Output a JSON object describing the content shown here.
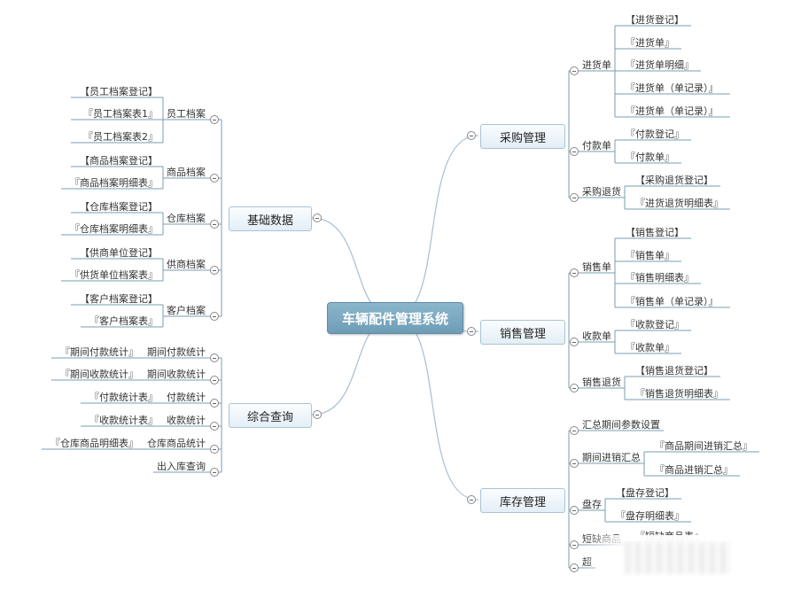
{
  "center": "车辆配件管理系统",
  "branches": {
    "purchase": {
      "title": "采购管理",
      "groups": [
        {
          "label": "进货单",
          "items": [
            "【进货登记】",
            "『进货单』",
            "『进货单明细』",
            "『进货单（单记录）』",
            "『进货单（单记录）』"
          ]
        },
        {
          "label": "付款单",
          "items": [
            "『付款登记』",
            "『付款单』"
          ]
        },
        {
          "label": "采购退货",
          "items": [
            "【采购退货登记】",
            "『进货退货明细表』"
          ]
        }
      ]
    },
    "sales": {
      "title": "销售管理",
      "groups": [
        {
          "label": "销售单",
          "items": [
            "【销售登记】",
            "『销售单』",
            "『销售明细表』",
            "『销售单（单记录）』"
          ]
        },
        {
          "label": "收款单",
          "items": [
            "『收款登记』",
            "『收款单』"
          ]
        },
        {
          "label": "销售退货",
          "items": [
            "【销售退货登记】",
            "『销售退货明细表』"
          ]
        }
      ]
    },
    "inventory": {
      "title": "库存管理",
      "groups": [
        {
          "label": "汇总期间参数设置",
          "items": []
        },
        {
          "label": "期间进销汇总",
          "items": [
            "『商品期间进销汇总』",
            "『商品进销汇总』"
          ]
        },
        {
          "label": "盘存",
          "items": [
            "【盘存登记】",
            "『盘存明细表』"
          ]
        },
        {
          "label": "短缺商品",
          "items": [
            "『短缺商品表』"
          ]
        },
        {
          "label": "超",
          "items": []
        }
      ]
    },
    "basic": {
      "title": "基础数据",
      "groups": [
        {
          "label": "员工档案",
          "items": [
            "【员工档案登记】",
            "『员工档案表1』",
            "『员工档案表2』"
          ]
        },
        {
          "label": "商品档案",
          "items": [
            "【商品档案登记】",
            "『商品档案明细表』"
          ]
        },
        {
          "label": "仓库档案",
          "items": [
            "【仓库档案登记】",
            "『仓库档案明细表』"
          ]
        },
        {
          "label": "供商档案",
          "items": [
            "【供商单位登记】",
            "『供货单位档案表』"
          ]
        },
        {
          "label": "客户档案",
          "items": [
            "【客户档案登记】",
            "『客户档案表』"
          ]
        }
      ]
    },
    "query": {
      "title": "综合查询",
      "groups": [
        {
          "label": "期间付款统计",
          "items": [
            "『期间付款统计』"
          ]
        },
        {
          "label": "期间收款统计",
          "items": [
            "『期间收款统计』"
          ]
        },
        {
          "label": "付款统计",
          "items": [
            "『付款统计表』"
          ]
        },
        {
          "label": "收款统计",
          "items": [
            "『收款统计表』"
          ]
        },
        {
          "label": "仓库商品统计",
          "items": [
            "『仓库商品明细表』"
          ]
        },
        {
          "label": "出入库查询",
          "items": []
        }
      ]
    }
  }
}
